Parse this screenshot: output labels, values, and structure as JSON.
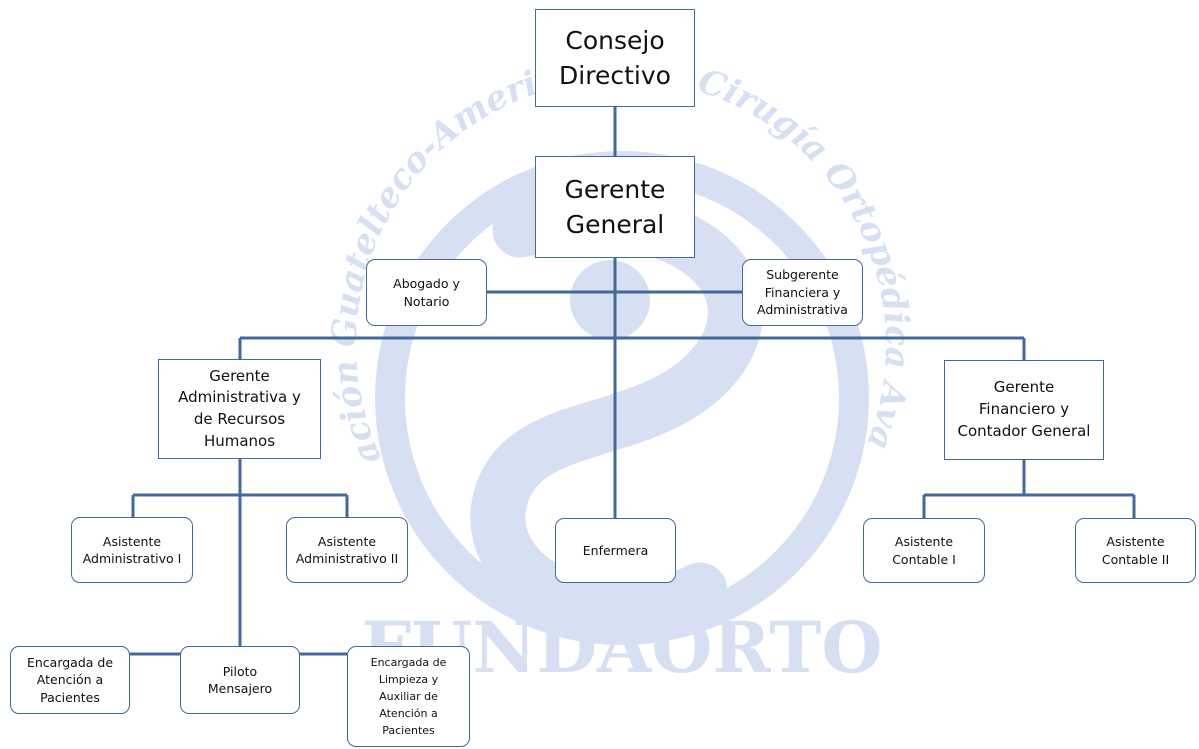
{
  "watermark": {
    "arc_text": "Fundación Guatelteco-Americana de Cirugía Ortopédica Avanzada",
    "logo_text": "FUNDAORTO",
    "color": "#3d64c7"
  },
  "line_color": "#41699a",
  "nodes": {
    "consejo": "Consejo Directivo",
    "gerente_general": "Gerente General",
    "abogado": "Abogado y Notario",
    "subgerente": "Subgerente Financiera y Administrativa",
    "gerente_admin": "Gerente Administrativa y de Recursos Humanos",
    "gerente_fin": "Gerente Financiero y Contador General",
    "enfermera": "Enfermera",
    "asist_admin_1": "Asistente Administrativo I",
    "asist_admin_2": "Asistente Administrativo II",
    "asist_cont_1": "Asistente Contable I",
    "asist_cont_2": "Asistente Contable II",
    "encargada_atencion": "Encargada de Atención a Pacientes",
    "piloto": "Piloto Mensajero",
    "encargada_limpieza": "Encargada de Limpieza y Auxiliar de Atención a Pacientes"
  }
}
